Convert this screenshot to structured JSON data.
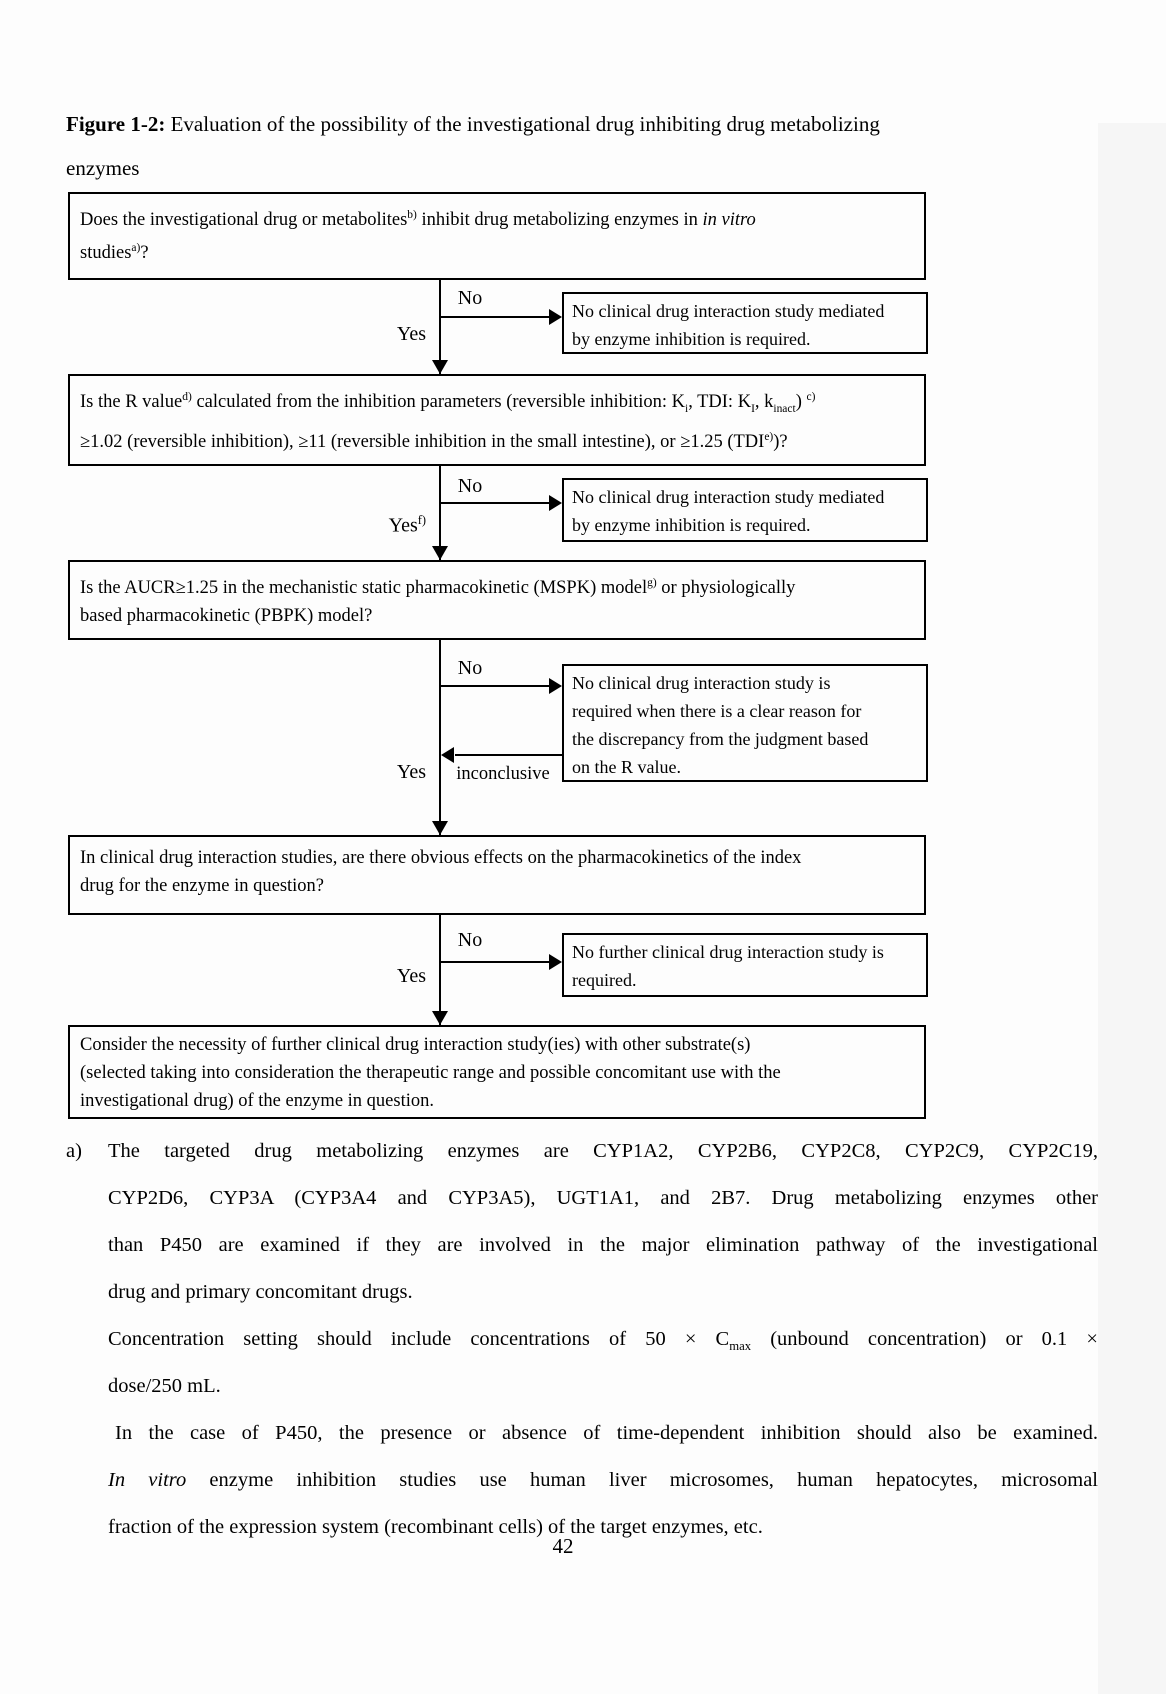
{
  "page": {
    "title_runs": [
      {
        "t": "Figure 1-2:",
        "s": "b"
      },
      {
        "t": " Evaluation of the possibility of the investigational drug inhibiting drug metabolizing"
      },
      {
        "br": true
      },
      {
        "t": "enzymes"
      }
    ],
    "page_number": "42"
  },
  "colors": {
    "ink": "#000000",
    "page_background": "#fdfdfd",
    "page_edge_strip": "#f6f6f6"
  },
  "flowchart": {
    "q1": {
      "runs": [
        {
          "t": "Does the investigational drug or metabolites"
        },
        {
          "t": "b)",
          "s": "sup"
        },
        {
          "t": " inhibit drug metabolizing enzymes in "
        },
        {
          "t": "in vitro",
          "s": "i"
        },
        {
          "br": true
        },
        {
          "t": "studies"
        },
        {
          "t": "a)",
          "s": "sup"
        },
        {
          "t": "?"
        }
      ]
    },
    "d1": {
      "no": "No",
      "yes": "Yes"
    },
    "r1": {
      "lines": [
        "No clinical drug interaction study mediated",
        "by enzyme inhibition is required."
      ]
    },
    "q2": {
      "runs": [
        {
          "t": "Is the R value"
        },
        {
          "t": "d)",
          "s": "sup"
        },
        {
          "t": " calculated from the inhibition parameters (reversible inhibition: K"
        },
        {
          "t": "i",
          "s": "sub"
        },
        {
          "t": ", TDI: K"
        },
        {
          "t": "I",
          "s": "sub"
        },
        {
          "t": ", k"
        },
        {
          "t": "inact",
          "s": "sub"
        },
        {
          "t": ") "
        },
        {
          "t": "c)",
          "s": "sup"
        },
        {
          "br": true
        },
        {
          "t": "≥1.02 (reversible inhibition), ≥11 (reversible inhibition in the small intestine), or ≥1.25 (TDI"
        },
        {
          "t": "e)",
          "s": "sup"
        },
        {
          "t": ")?"
        }
      ]
    },
    "d2": {
      "no": "No",
      "yes_runs": [
        {
          "t": "Yes"
        },
        {
          "t": "f)",
          "s": "sup"
        }
      ]
    },
    "r2": {
      "lines": [
        "No clinical drug interaction study mediated",
        "by enzyme inhibition is required."
      ]
    },
    "q3": {
      "runs": [
        {
          "t": "Is the AUCR≥1.25 in the mechanistic static pharmacokinetic (MSPK) model"
        },
        {
          "t": "g)",
          "s": "sup"
        },
        {
          "t": " or physiologically"
        },
        {
          "br": true
        },
        {
          "t": "based pharmacokinetic (PBPK) model?"
        }
      ]
    },
    "d3": {
      "no": "No",
      "yes": "Yes",
      "inconclusive": "inconclusive"
    },
    "r3": {
      "lines": [
        "No clinical drug interaction study is",
        "required when there is a clear reason for",
        "the discrepancy from the judgment based",
        "on the R value."
      ]
    },
    "q4": {
      "runs": [
        {
          "t": "In clinical drug interaction studies, are there obvious effects on the pharmacokinetics of the index"
        },
        {
          "br": true
        },
        {
          "t": "drug for the enzyme in question?"
        }
      ]
    },
    "d4": {
      "no": "No",
      "yes": "Yes"
    },
    "r4": {
      "lines": [
        "No further clinical drug interaction study is",
        "required."
      ]
    },
    "final": {
      "runs": [
        {
          "t": "Consider the necessity of further clinical drug interaction study(ies) with other substrate(s)"
        },
        {
          "br": true
        },
        {
          "t": "(selected taking into consideration the therapeutic range and possible concomitant use with the"
        },
        {
          "br": true
        },
        {
          "t": "investigational drug) of the enzyme in question."
        }
      ]
    }
  },
  "footnote": {
    "marker": "a)",
    "lines": [
      {
        "runs": [
          {
            "t": "The targeted drug metabolizing enzymes are CYP1A2, CYP2B6, CYP2C8, CYP2C9, CYP2C19,"
          }
        ]
      },
      {
        "runs": [
          {
            "t": "CYP2D6, CYP3A (CYP3A4 and CYP3A5), UGT1A1, and 2B7. Drug metabolizing enzymes other"
          }
        ]
      },
      {
        "runs": [
          {
            "t": "than P450 are examined if they are involved in the major elimination pathway of the investigational"
          }
        ]
      },
      {
        "runs": [
          {
            "t": "drug and primary concomitant drugs."
          }
        ]
      },
      {
        "runs": [
          {
            "t": "Concentration setting should include concentrations of 50 × C"
          },
          {
            "t": "max",
            "s": "sub"
          },
          {
            "t": " (unbound concentration) or 0.1 ×"
          }
        ]
      },
      {
        "runs": [
          {
            "t": "dose/250 mL."
          }
        ]
      },
      {
        "runs": [
          {
            "t": "In the case of P450, the presence or absence of time-dependent inhibition should also be examined."
          }
        ]
      },
      {
        "runs": [
          {
            "t": "In vitro",
            "s": "i"
          },
          {
            "t": " enzyme inhibition studies use human liver microsomes, human hepatocytes, microsomal"
          }
        ]
      },
      {
        "runs": [
          {
            "t": "fraction of the expression system (recombinant cells) of the target enzymes, etc."
          }
        ]
      }
    ]
  }
}
